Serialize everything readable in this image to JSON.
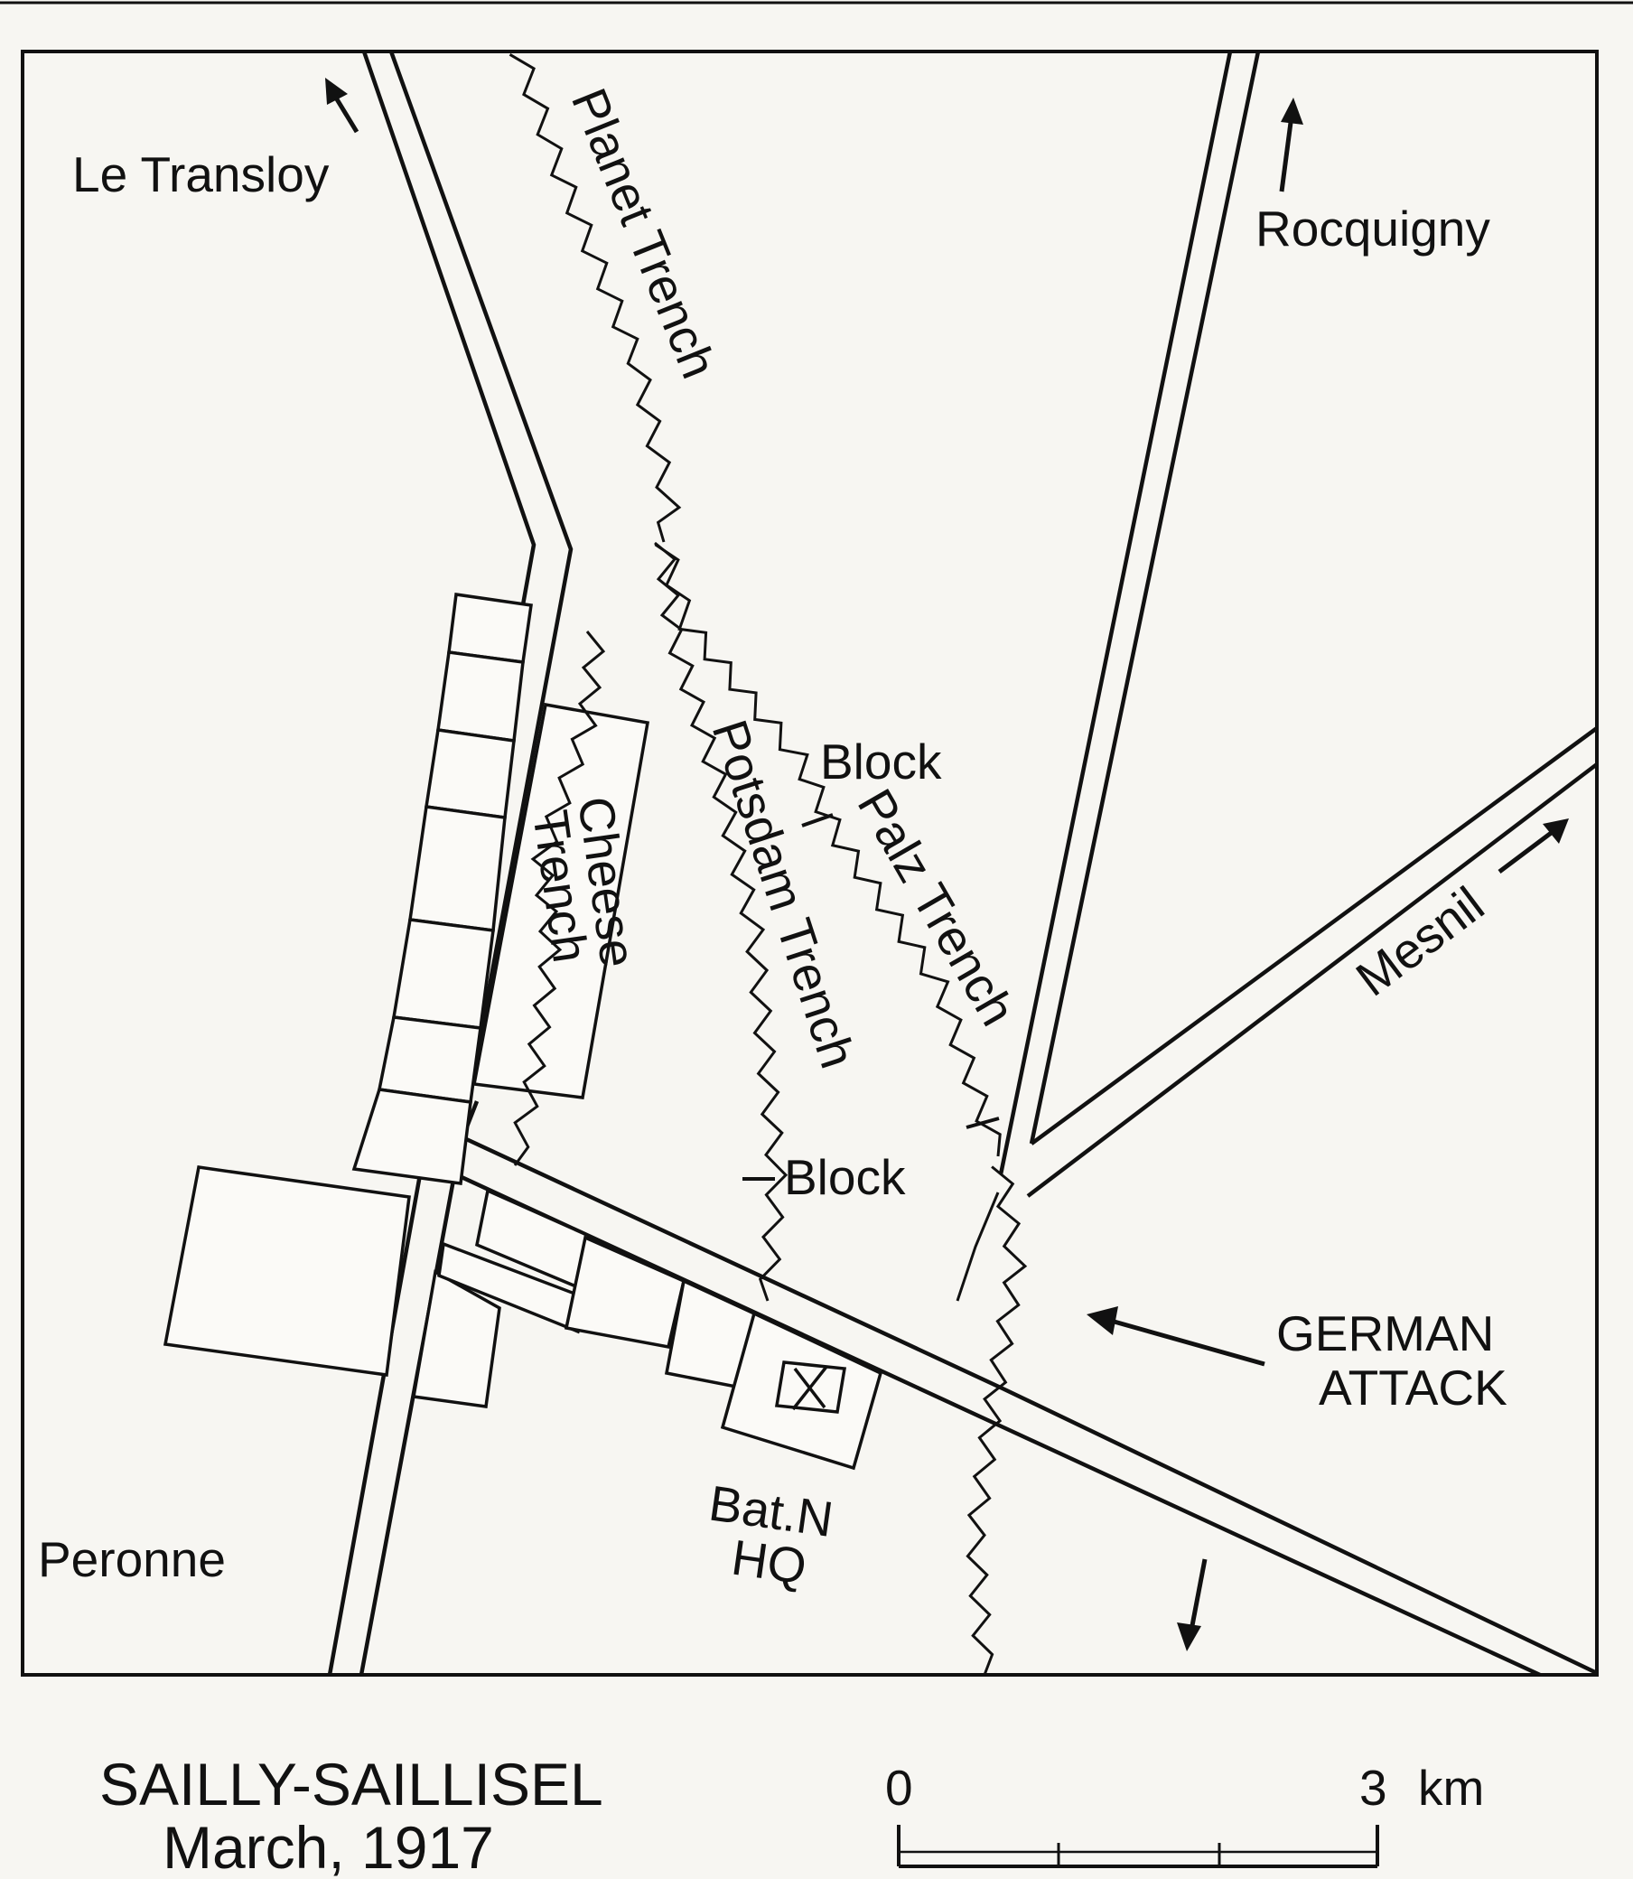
{
  "map": {
    "places": {
      "le_transloy": "Le Transloy",
      "rocquigny": "Rocquigny",
      "mesnil": "Mesnil",
      "peronne": "Peronne"
    },
    "trenches": {
      "planet": "Planet Trench",
      "potsdam": "Potsdam Trench",
      "palz": "Palz Trench",
      "cheese_line1": "Cheese",
      "cheese_line2": "Trench"
    },
    "blocks": {
      "upper": "Block",
      "lower": "Block"
    },
    "attack": {
      "line1": "GERMAN",
      "line2": "ATTACK"
    },
    "hq": {
      "line1": "Bat.N",
      "line2": "HQ"
    }
  },
  "caption": {
    "title": "SAILLY-SAILLISEL",
    "date": "March, 1917"
  },
  "scale": {
    "start": "0",
    "end": "3",
    "unit": "km"
  }
}
